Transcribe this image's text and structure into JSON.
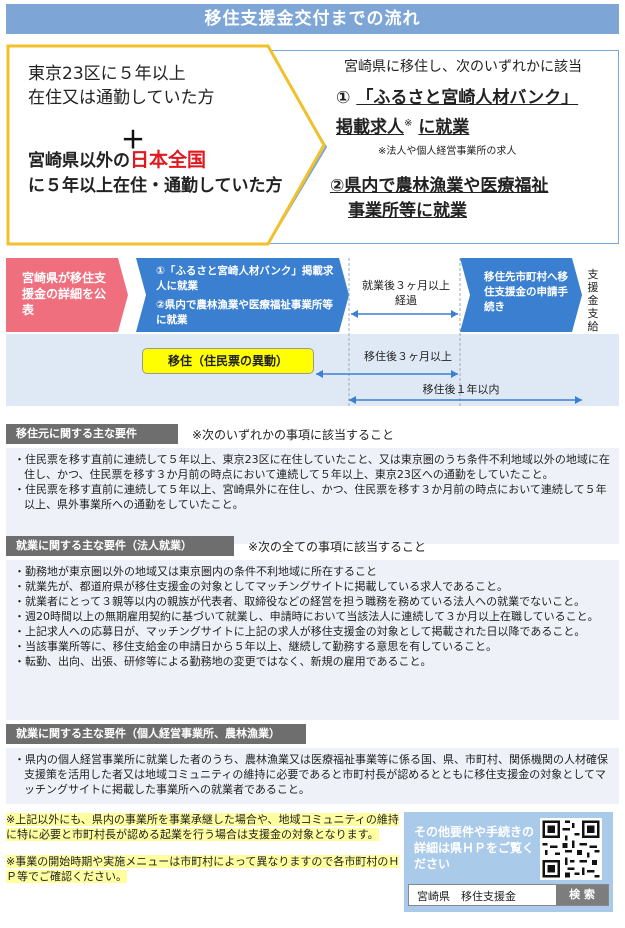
{
  "title": "移住支援金交付までの流れ",
  "top": {
    "left_line1": "東京23区に５年以上",
    "left_line2": "在住又は通勤していた方",
    "plus": "＋",
    "left_bold_a": "宮崎県以外の",
    "left_bold_red": "日本全国",
    "left_bold_b": "に５年以上在住・通勤していた方",
    "right_head": "宮崎県に移住し、次のいずれかに該当",
    "right_1_prefix": "①",
    "right_1_a": "「ふるさと宮崎人材バンク」",
    "right_1_b": "掲載求人",
    "right_1_mark": "※",
    "right_1_c": "に就業",
    "right_1_note": "※法人や個人経営事業所の求人",
    "right_2_a": "②県内で農林漁業や医療福祉",
    "right_2_b": "事業所等に就業"
  },
  "flow": {
    "pink": "宮崎県が移住支援金の詳細を公表",
    "blue1_a": "①「ふるさと宮崎人材バンク」掲載求人に就業",
    "blue1_b": "②県内で農林漁業や医療福祉事業所等に就業",
    "mid": "就業後３ヶ月以上経過",
    "blue2": "移住先市町村へ移住支援金の申請手続き",
    "vertical": "支援金支給",
    "yellow": "移住（住民票の異動）",
    "after3m": "移住後３ヶ月以上",
    "after1y": "移住後１年以内"
  },
  "sections": [
    {
      "header": "移住元に関する主な要件",
      "condition": "※次のいずれかの事項に該当すること",
      "items": [
        "・住民票を移す直前に連続して５年以上、東京23区に在住していたこと、又は東京圏のうち条件不利地域以外の地域に在住し、かつ、住民票を移す３か月前の時点において連続して５年以上、東京23区への通勤をしていたこと。",
        "・住民票を移す直前に連続して５年以上、宮崎県外に在住し、かつ、住民票を移す３か月前の時点において連続して５年以上、県外事業所への通勤をしていたこと。"
      ]
    },
    {
      "header": "就業に関する主な要件（法人就業）",
      "condition": "※次の全ての事項に該当すること",
      "items": [
        "・勤務地が東京圏以外の地域又は東京圏内の条件不利地域に所在すること",
        "・就業先が、都道府県が移住支援金の対象としてマッチングサイトに掲載している求人であること。",
        "・就業者にとって３親等以内の親族が代表者、取締役などの経営を担う職務を務めている法人への就業でないこと。",
        "・週20時間以上の無期雇用契約に基づいて就業し、申請時において当該法人に連続して３か月以上在職していること。",
        "・上記求人への応募日が、マッチングサイトに上記の求人が移住支援金の対象として掲載された日以降であること。",
        "・当該事業所等に、移住支給金の申請日から５年以上、継続して勤務する意思を有していること。",
        "・転勤、出向、出張、研修等による勤務地の変更ではなく、新規の雇用であること。"
      ]
    },
    {
      "header": "就業に関する主な要件（個人経営事業所、農林漁業）",
      "items": [
        "・県内の個人経営事業所に就業した者のうち、農林漁業又は医療福祉事業等に係る国、県、市町村、関係機関の人材確保支援策を活用した者又は地域コミュニティの維持に必要であると市町村長が認めるとともに移住支援金の対象としてマッチングサイトに掲載した事業所への就業者であること。"
      ]
    }
  ],
  "notes": [
    "※上記以外にも、県内の事業所を事業承継した場合や、地域コミュニティの維持に特に必要と市町村長が認める起業を行う場合は支援金の対象となります。",
    "※事業の開始時期や実施メニューは市町村によって異なりますので各市町村のＨＰ等でご確認ください。"
  ],
  "info": {
    "text": "その他要件や手続きの詳細は県ＨＰをご覧ください",
    "search_text": "宮崎県　移住支援金",
    "search_button": "検 索"
  },
  "colors": {
    "banner": "#7da6d6",
    "pink": "#ef6f7e",
    "blue": "#3b7fd0",
    "yellow": "#ffff00",
    "red": "#e0181f"
  }
}
